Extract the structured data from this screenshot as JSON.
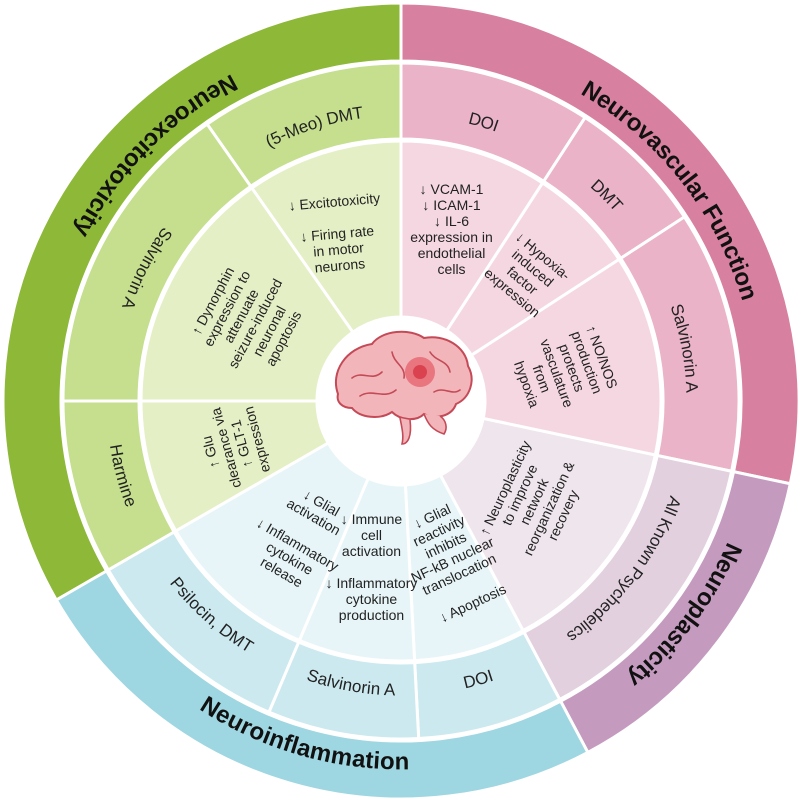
{
  "colors": {
    "excitotoxicity_outer": "#8db838",
    "excitotoxicity_mid": "#c5df8e",
    "excitotoxicity_inner": "#e4efc6",
    "vascular_outer": "#d8809f",
    "vascular_mid": "#eab3c7",
    "vascular_inner": "#f5d7e2",
    "plasticity_outer": "#c49bbf",
    "plasticity_mid": "#e2d0df",
    "plasticity_inner": "#efe5ed",
    "inflammation_outer": "#9ed6e1",
    "inflammation_mid": "#cbe9ef",
    "inflammation_inner": "#e7f5f8",
    "divider": "#ffffff"
  },
  "sectors": {
    "excitotoxicity": "Neuroexcitotoxicity",
    "vascular": "Neurovascular Function",
    "plasticity": "Neuroplasticity",
    "inflammation": "Neuroinflammation"
  },
  "drugs": {
    "meo_dmt": "(5-Meo) DMT",
    "salvinorin_a_exc": "Salvinorin A",
    "harmine": "Harmine",
    "doi_vasc": "DOI",
    "dmt_vasc": "DMT",
    "salvinorin_a_vasc": "Salvinorin A",
    "all_psychedelics": "All Known Psychedelics",
    "doi_infl": "DOI",
    "salvinorin_a_infl": "Salvinorin A",
    "psilocin_dmt": "Psilocin, DMT"
  },
  "effects": {
    "meo_dmt": [
      "↓ Excitotoxicity",
      "",
      "↓ Firing rate",
      "in motor",
      "neurons"
    ],
    "salvinorin_a_exc": [
      "↑ Dynorphin",
      "expression to",
      "attenuate",
      "seizure-induced",
      "neuronal",
      "apoptosis"
    ],
    "harmine": [
      "↑ Glu",
      "clearance via",
      "↑ GLT-1",
      "expression"
    ],
    "doi_vasc": [
      "↓ VCAM-1",
      "↓ ICAM-1",
      "↓ IL-6",
      "expression in",
      "endothelial",
      "cells"
    ],
    "dmt_vasc": [
      "↓ Hypoxia-",
      "induced",
      "factor",
      "expression"
    ],
    "salvinorin_a_vasc": [
      "↑ NO/NOS",
      "production",
      "protects",
      "vasculature",
      "from",
      "hypoxia"
    ],
    "all_psychedelics": [
      "↑ Neuroplasticity",
      "to improve",
      "network",
      "reorganization &",
      "recovery"
    ],
    "doi_infl": [
      "↓ Glial",
      "reactivity",
      "inhibits",
      "NF-kB nuclear",
      "translocation",
      "",
      "↓ Apoptosis"
    ],
    "salvinorin_a_infl": [
      "↓ Immune",
      "cell",
      "activation",
      "",
      "↓ Inflammatory",
      "cytokine",
      "production"
    ],
    "psilocin_dmt": [
      "↓ Glial",
      "activation",
      "",
      "↓ Inflammatory",
      "cytokine",
      "release"
    ]
  }
}
